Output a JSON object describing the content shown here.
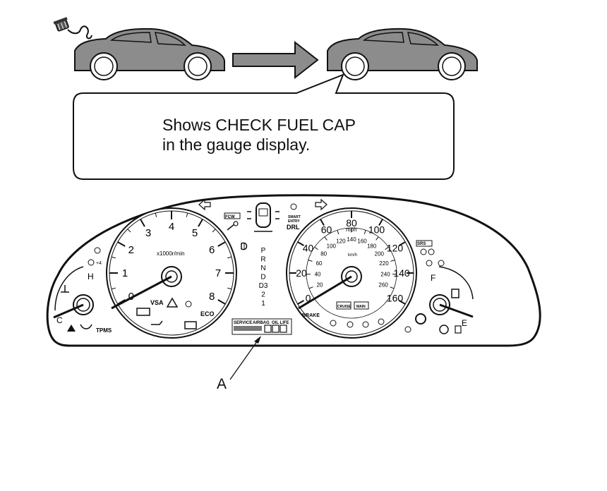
{
  "callout": {
    "line1": "Shows CHECK FUEL CAP",
    "line2": "in the gauge display."
  },
  "callout_label": "A",
  "tachometer": {
    "ticks": [
      "0",
      "1",
      "2",
      "3",
      "4",
      "5",
      "6",
      "7",
      "8"
    ],
    "unit": "x1000r/min",
    "indicators": [
      "VSA",
      "ECO"
    ]
  },
  "speedometer": {
    "mph_ticks": [
      "0",
      "20",
      "40",
      "60",
      "80",
      "100",
      "120",
      "140",
      "160"
    ],
    "kmh_ticks": [
      "20",
      "40",
      "60",
      "80",
      "100",
      "120",
      "140",
      "160",
      "180",
      "200",
      "220",
      "240",
      "260"
    ],
    "mph_unit": "mph",
    "kmh_unit": "km/h"
  },
  "temp_gauge": {
    "high": "H",
    "low": "C"
  },
  "fuel_gauge": {
    "full": "F",
    "empty": "E"
  },
  "gear_positions": [
    "P",
    "R",
    "N",
    "D",
    "D3",
    "2",
    "1"
  ],
  "display_labels": [
    "SERVICE",
    "AIRBAG",
    "OIL LIFE"
  ],
  "small_labels": {
    "drl": "DRL",
    "tpms": "TPMS",
    "brake": "BRAKE",
    "cruise": "CRUISE",
    "main": "MAIN",
    "srs": "SRS",
    "fcw": "FCW",
    "smart_entry": "SMART ENTRY"
  }
}
